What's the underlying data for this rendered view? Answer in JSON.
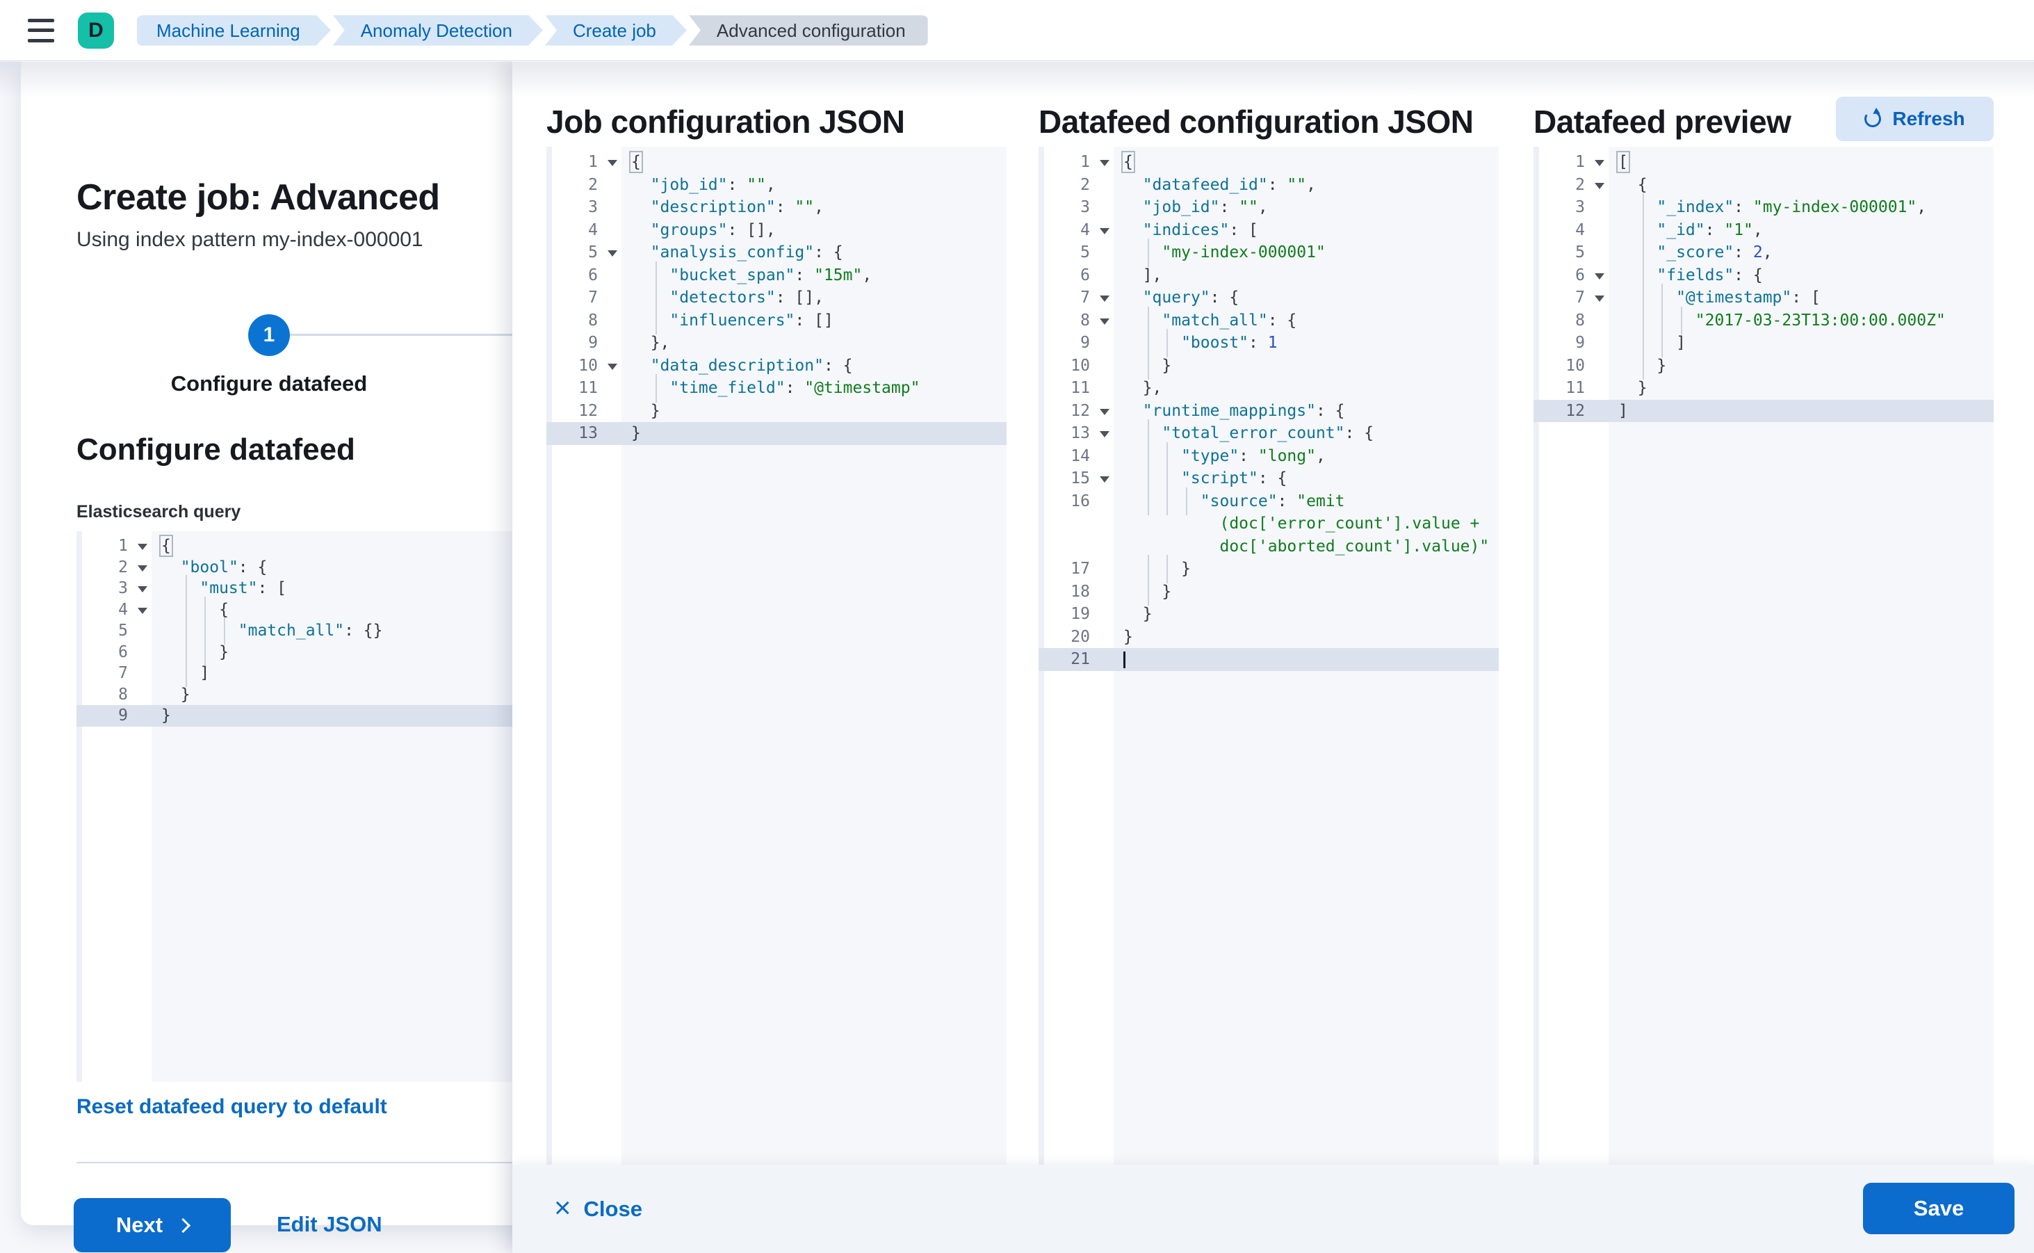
{
  "colors": {
    "primary": "#0b6ccd",
    "link": "#0b6bc2",
    "breadcrumb_bg": "#d7e7f7",
    "avatar_bg": "#15bfa8",
    "editor_bg": "#f5f7fa",
    "active_line": "#dbe2ee",
    "key": "#0e7296",
    "string": "#107c1e",
    "number": "#2b4fc3"
  },
  "topbar": {
    "avatar_initial": "D",
    "breadcrumbs": [
      {
        "label": "Machine Learning"
      },
      {
        "label": "Anomaly Detection"
      },
      {
        "label": "Create job"
      },
      {
        "label": "Advanced configuration"
      }
    ]
  },
  "wizard": {
    "title": "Create job: Advanced",
    "subtitle": "Using index pattern my-index-000001",
    "step_number": "1",
    "step_label": "Configure datafeed",
    "section_heading": "Configure datafeed",
    "query_label": "Elasticsearch query",
    "reset_link": "Reset datafeed query to default",
    "next_label": "Next",
    "edit_json_label": "Edit JSON"
  },
  "footer": {
    "close_label": "Close",
    "save_label": "Save"
  },
  "columns": {
    "job": {
      "title": "Job configuration JSON"
    },
    "datafeed": {
      "title": "Datafeed configuration JSON"
    },
    "preview": {
      "title": "Datafeed preview",
      "refresh_label": "Refresh"
    }
  },
  "editors": {
    "es_query": {
      "lines": [
        {
          "n": "1",
          "fold": true,
          "segs": [
            [
              "p bm",
              "{"
            ]
          ]
        },
        {
          "n": "2",
          "fold": true,
          "segs": [
            [
              "p",
              "  "
            ],
            [
              "k",
              "\"bool\""
            ],
            [
              "p",
              ": {"
            ]
          ]
        },
        {
          "n": "3",
          "fold": true,
          "segs": [
            [
              "p",
              "  "
            ],
            [
              "g",
              " "
            ],
            [
              "k",
              "\"must\""
            ],
            [
              "p",
              ": ["
            ]
          ]
        },
        {
          "n": "4",
          "fold": true,
          "segs": [
            [
              "p",
              "  "
            ],
            [
              "g",
              " "
            ],
            [
              "g",
              " "
            ],
            [
              "p",
              "{"
            ]
          ]
        },
        {
          "n": "5",
          "segs": [
            [
              "p",
              "  "
            ],
            [
              "g",
              " "
            ],
            [
              "g",
              " "
            ],
            [
              "g",
              " "
            ],
            [
              "k",
              "\"match_all\""
            ],
            [
              "p",
              ": {}"
            ]
          ]
        },
        {
          "n": "6",
          "segs": [
            [
              "p",
              "  "
            ],
            [
              "g",
              " "
            ],
            [
              "g",
              " "
            ],
            [
              "p",
              "}"
            ]
          ]
        },
        {
          "n": "7",
          "segs": [
            [
              "p",
              "  "
            ],
            [
              "g",
              " "
            ],
            [
              "p",
              "]"
            ]
          ]
        },
        {
          "n": "8",
          "segs": [
            [
              "p",
              "  "
            ],
            [
              "p",
              "}"
            ]
          ]
        },
        {
          "n": "9",
          "active": true,
          "segs": [
            [
              "p",
              "}"
            ]
          ]
        }
      ]
    },
    "job_config": {
      "lines": [
        {
          "n": "1",
          "fold": true,
          "segs": [
            [
              "p bm",
              "{"
            ]
          ]
        },
        {
          "n": "2",
          "segs": [
            [
              "p",
              "  "
            ],
            [
              "k",
              "\"job_id\""
            ],
            [
              "p",
              ": "
            ],
            [
              "s",
              "\"\""
            ],
            [
              "p",
              ","
            ]
          ]
        },
        {
          "n": "3",
          "segs": [
            [
              "p",
              "  "
            ],
            [
              "k",
              "\"description\""
            ],
            [
              "p",
              ": "
            ],
            [
              "s",
              "\"\""
            ],
            [
              "p",
              ","
            ]
          ]
        },
        {
          "n": "4",
          "segs": [
            [
              "p",
              "  "
            ],
            [
              "k",
              "\"groups\""
            ],
            [
              "p",
              ": [],"
            ]
          ]
        },
        {
          "n": "5",
          "fold": true,
          "segs": [
            [
              "p",
              "  "
            ],
            [
              "k",
              "\"analysis_config\""
            ],
            [
              "p",
              ": {"
            ]
          ]
        },
        {
          "n": "6",
          "segs": [
            [
              "p",
              "  "
            ],
            [
              "g",
              " "
            ],
            [
              "k",
              "\"bucket_span\""
            ],
            [
              "p",
              ": "
            ],
            [
              "s",
              "\"15m\""
            ],
            [
              "p",
              ","
            ]
          ]
        },
        {
          "n": "7",
          "segs": [
            [
              "p",
              "  "
            ],
            [
              "g",
              " "
            ],
            [
              "k",
              "\"detectors\""
            ],
            [
              "p",
              ": [],"
            ]
          ]
        },
        {
          "n": "8",
          "segs": [
            [
              "p",
              "  "
            ],
            [
              "g",
              " "
            ],
            [
              "k",
              "\"influencers\""
            ],
            [
              "p",
              ": []"
            ]
          ]
        },
        {
          "n": "9",
          "segs": [
            [
              "p",
              "  "
            ],
            [
              "p",
              "},"
            ]
          ]
        },
        {
          "n": "10",
          "fold": true,
          "segs": [
            [
              "p",
              "  "
            ],
            [
              "k",
              "\"data_description\""
            ],
            [
              "p",
              ": {"
            ]
          ]
        },
        {
          "n": "11",
          "segs": [
            [
              "p",
              "  "
            ],
            [
              "g",
              " "
            ],
            [
              "k",
              "\"time_field\""
            ],
            [
              "p",
              ": "
            ],
            [
              "s",
              "\"@timestamp\""
            ]
          ]
        },
        {
          "n": "12",
          "segs": [
            [
              "p",
              "  "
            ],
            [
              "p",
              "}"
            ]
          ]
        },
        {
          "n": "13",
          "active": true,
          "segs": [
            [
              "p",
              "}"
            ]
          ]
        }
      ]
    },
    "datafeed_config": {
      "lines": [
        {
          "n": "1",
          "fold": true,
          "segs": [
            [
              "p bm",
              "{"
            ]
          ]
        },
        {
          "n": "2",
          "segs": [
            [
              "p",
              "  "
            ],
            [
              "k",
              "\"datafeed_id\""
            ],
            [
              "p",
              ": "
            ],
            [
              "s",
              "\"\""
            ],
            [
              "p",
              ","
            ]
          ]
        },
        {
          "n": "3",
          "segs": [
            [
              "p",
              "  "
            ],
            [
              "k",
              "\"job_id\""
            ],
            [
              "p",
              ": "
            ],
            [
              "s",
              "\"\""
            ],
            [
              "p",
              ","
            ]
          ]
        },
        {
          "n": "4",
          "fold": true,
          "segs": [
            [
              "p",
              "  "
            ],
            [
              "k",
              "\"indices\""
            ],
            [
              "p",
              ": ["
            ]
          ]
        },
        {
          "n": "5",
          "segs": [
            [
              "p",
              "  "
            ],
            [
              "g",
              " "
            ],
            [
              "s",
              "\"my-index-000001\""
            ]
          ]
        },
        {
          "n": "6",
          "segs": [
            [
              "p",
              "  "
            ],
            [
              "p",
              "],"
            ]
          ]
        },
        {
          "n": "7",
          "fold": true,
          "segs": [
            [
              "p",
              "  "
            ],
            [
              "k",
              "\"query\""
            ],
            [
              "p",
              ": {"
            ]
          ]
        },
        {
          "n": "8",
          "fold": true,
          "segs": [
            [
              "p",
              "  "
            ],
            [
              "g",
              " "
            ],
            [
              "k",
              "\"match_all\""
            ],
            [
              "p",
              ": {"
            ]
          ]
        },
        {
          "n": "9",
          "segs": [
            [
              "p",
              "  "
            ],
            [
              "g",
              " "
            ],
            [
              "g",
              " "
            ],
            [
              "k",
              "\"boost\""
            ],
            [
              "p",
              ": "
            ],
            [
              "n",
              "1"
            ]
          ]
        },
        {
          "n": "10",
          "segs": [
            [
              "p",
              "  "
            ],
            [
              "g",
              " "
            ],
            [
              "p",
              "}"
            ]
          ]
        },
        {
          "n": "11",
          "segs": [
            [
              "p",
              "  "
            ],
            [
              "p",
              "},"
            ]
          ]
        },
        {
          "n": "12",
          "fold": true,
          "segs": [
            [
              "p",
              "  "
            ],
            [
              "k",
              "\"runtime_mappings\""
            ],
            [
              "p",
              ": {"
            ]
          ]
        },
        {
          "n": "13",
          "fold": true,
          "segs": [
            [
              "p",
              "  "
            ],
            [
              "g",
              " "
            ],
            [
              "k",
              "\"total_error_count\""
            ],
            [
              "p",
              ": {"
            ]
          ]
        },
        {
          "n": "14",
          "segs": [
            [
              "p",
              "  "
            ],
            [
              "g",
              " "
            ],
            [
              "g",
              " "
            ],
            [
              "k",
              "\"type\""
            ],
            [
              "p",
              ": "
            ],
            [
              "s",
              "\"long\""
            ],
            [
              "p",
              ","
            ]
          ]
        },
        {
          "n": "15",
          "fold": true,
          "segs": [
            [
              "p",
              "  "
            ],
            [
              "g",
              " "
            ],
            [
              "g",
              " "
            ],
            [
              "k",
              "\"script\""
            ],
            [
              "p",
              ": {"
            ]
          ]
        },
        {
          "n": "16",
          "segs": [
            [
              "p",
              "  "
            ],
            [
              "g",
              " "
            ],
            [
              "g",
              " "
            ],
            [
              "g",
              " "
            ],
            [
              "k",
              "\"source\""
            ],
            [
              "p",
              ": "
            ],
            [
              "s",
              "\"emit"
            ]
          ]
        },
        {
          "n": "",
          "segs": [
            [
              "p",
              "          "
            ],
            [
              "s",
              "(doc['error_count'].value +"
            ]
          ]
        },
        {
          "n": "",
          "segs": [
            [
              "p",
              "          "
            ],
            [
              "s",
              "doc['aborted_count'].value)\""
            ]
          ]
        },
        {
          "n": "17",
          "segs": [
            [
              "p",
              "  "
            ],
            [
              "g",
              " "
            ],
            [
              "g",
              " "
            ],
            [
              "p",
              "}"
            ]
          ]
        },
        {
          "n": "18",
          "segs": [
            [
              "p",
              "  "
            ],
            [
              "g",
              " "
            ],
            [
              "p",
              "}"
            ]
          ]
        },
        {
          "n": "19",
          "segs": [
            [
              "p",
              "  "
            ],
            [
              "p",
              "}"
            ]
          ]
        },
        {
          "n": "20",
          "segs": [
            [
              "p",
              "}"
            ]
          ]
        },
        {
          "n": "21",
          "active": true,
          "cursor": true,
          "segs": []
        }
      ]
    },
    "preview": {
      "lines": [
        {
          "n": "1",
          "fold": true,
          "segs": [
            [
              "p bm",
              "["
            ]
          ]
        },
        {
          "n": "2",
          "fold": true,
          "segs": [
            [
              "p",
              "  "
            ],
            [
              "p",
              "{"
            ]
          ]
        },
        {
          "n": "3",
          "segs": [
            [
              "p",
              "  "
            ],
            [
              "g",
              " "
            ],
            [
              "k",
              "\"_index\""
            ],
            [
              "p",
              ": "
            ],
            [
              "s",
              "\"my-index-000001\""
            ],
            [
              "p",
              ","
            ]
          ]
        },
        {
          "n": "4",
          "segs": [
            [
              "p",
              "  "
            ],
            [
              "g",
              " "
            ],
            [
              "k",
              "\"_id\""
            ],
            [
              "p",
              ": "
            ],
            [
              "s",
              "\"1\""
            ],
            [
              "p",
              ","
            ]
          ]
        },
        {
          "n": "5",
          "segs": [
            [
              "p",
              "  "
            ],
            [
              "g",
              " "
            ],
            [
              "k",
              "\"_score\""
            ],
            [
              "p",
              ": "
            ],
            [
              "n",
              "2"
            ],
            [
              "p",
              ","
            ]
          ]
        },
        {
          "n": "6",
          "fold": true,
          "segs": [
            [
              "p",
              "  "
            ],
            [
              "g",
              " "
            ],
            [
              "k",
              "\"fields\""
            ],
            [
              "p",
              ": {"
            ]
          ]
        },
        {
          "n": "7",
          "fold": true,
          "segs": [
            [
              "p",
              "  "
            ],
            [
              "g",
              " "
            ],
            [
              "g",
              " "
            ],
            [
              "k",
              "\"@timestamp\""
            ],
            [
              "p",
              ": ["
            ]
          ]
        },
        {
          "n": "8",
          "segs": [
            [
              "p",
              "  "
            ],
            [
              "g",
              " "
            ],
            [
              "g",
              " "
            ],
            [
              "g",
              " "
            ],
            [
              "s",
              "\"2017-03-23T13:00:00.000Z\""
            ]
          ]
        },
        {
          "n": "9",
          "segs": [
            [
              "p",
              "  "
            ],
            [
              "g",
              " "
            ],
            [
              "g",
              " "
            ],
            [
              "p",
              "]"
            ]
          ]
        },
        {
          "n": "10",
          "segs": [
            [
              "p",
              "  "
            ],
            [
              "g",
              " "
            ],
            [
              "p",
              "}"
            ]
          ]
        },
        {
          "n": "11",
          "segs": [
            [
              "p",
              "  "
            ],
            [
              "p",
              "}"
            ]
          ]
        },
        {
          "n": "12",
          "active": true,
          "segs": [
            [
              "p",
              "]"
            ]
          ]
        }
      ]
    }
  }
}
